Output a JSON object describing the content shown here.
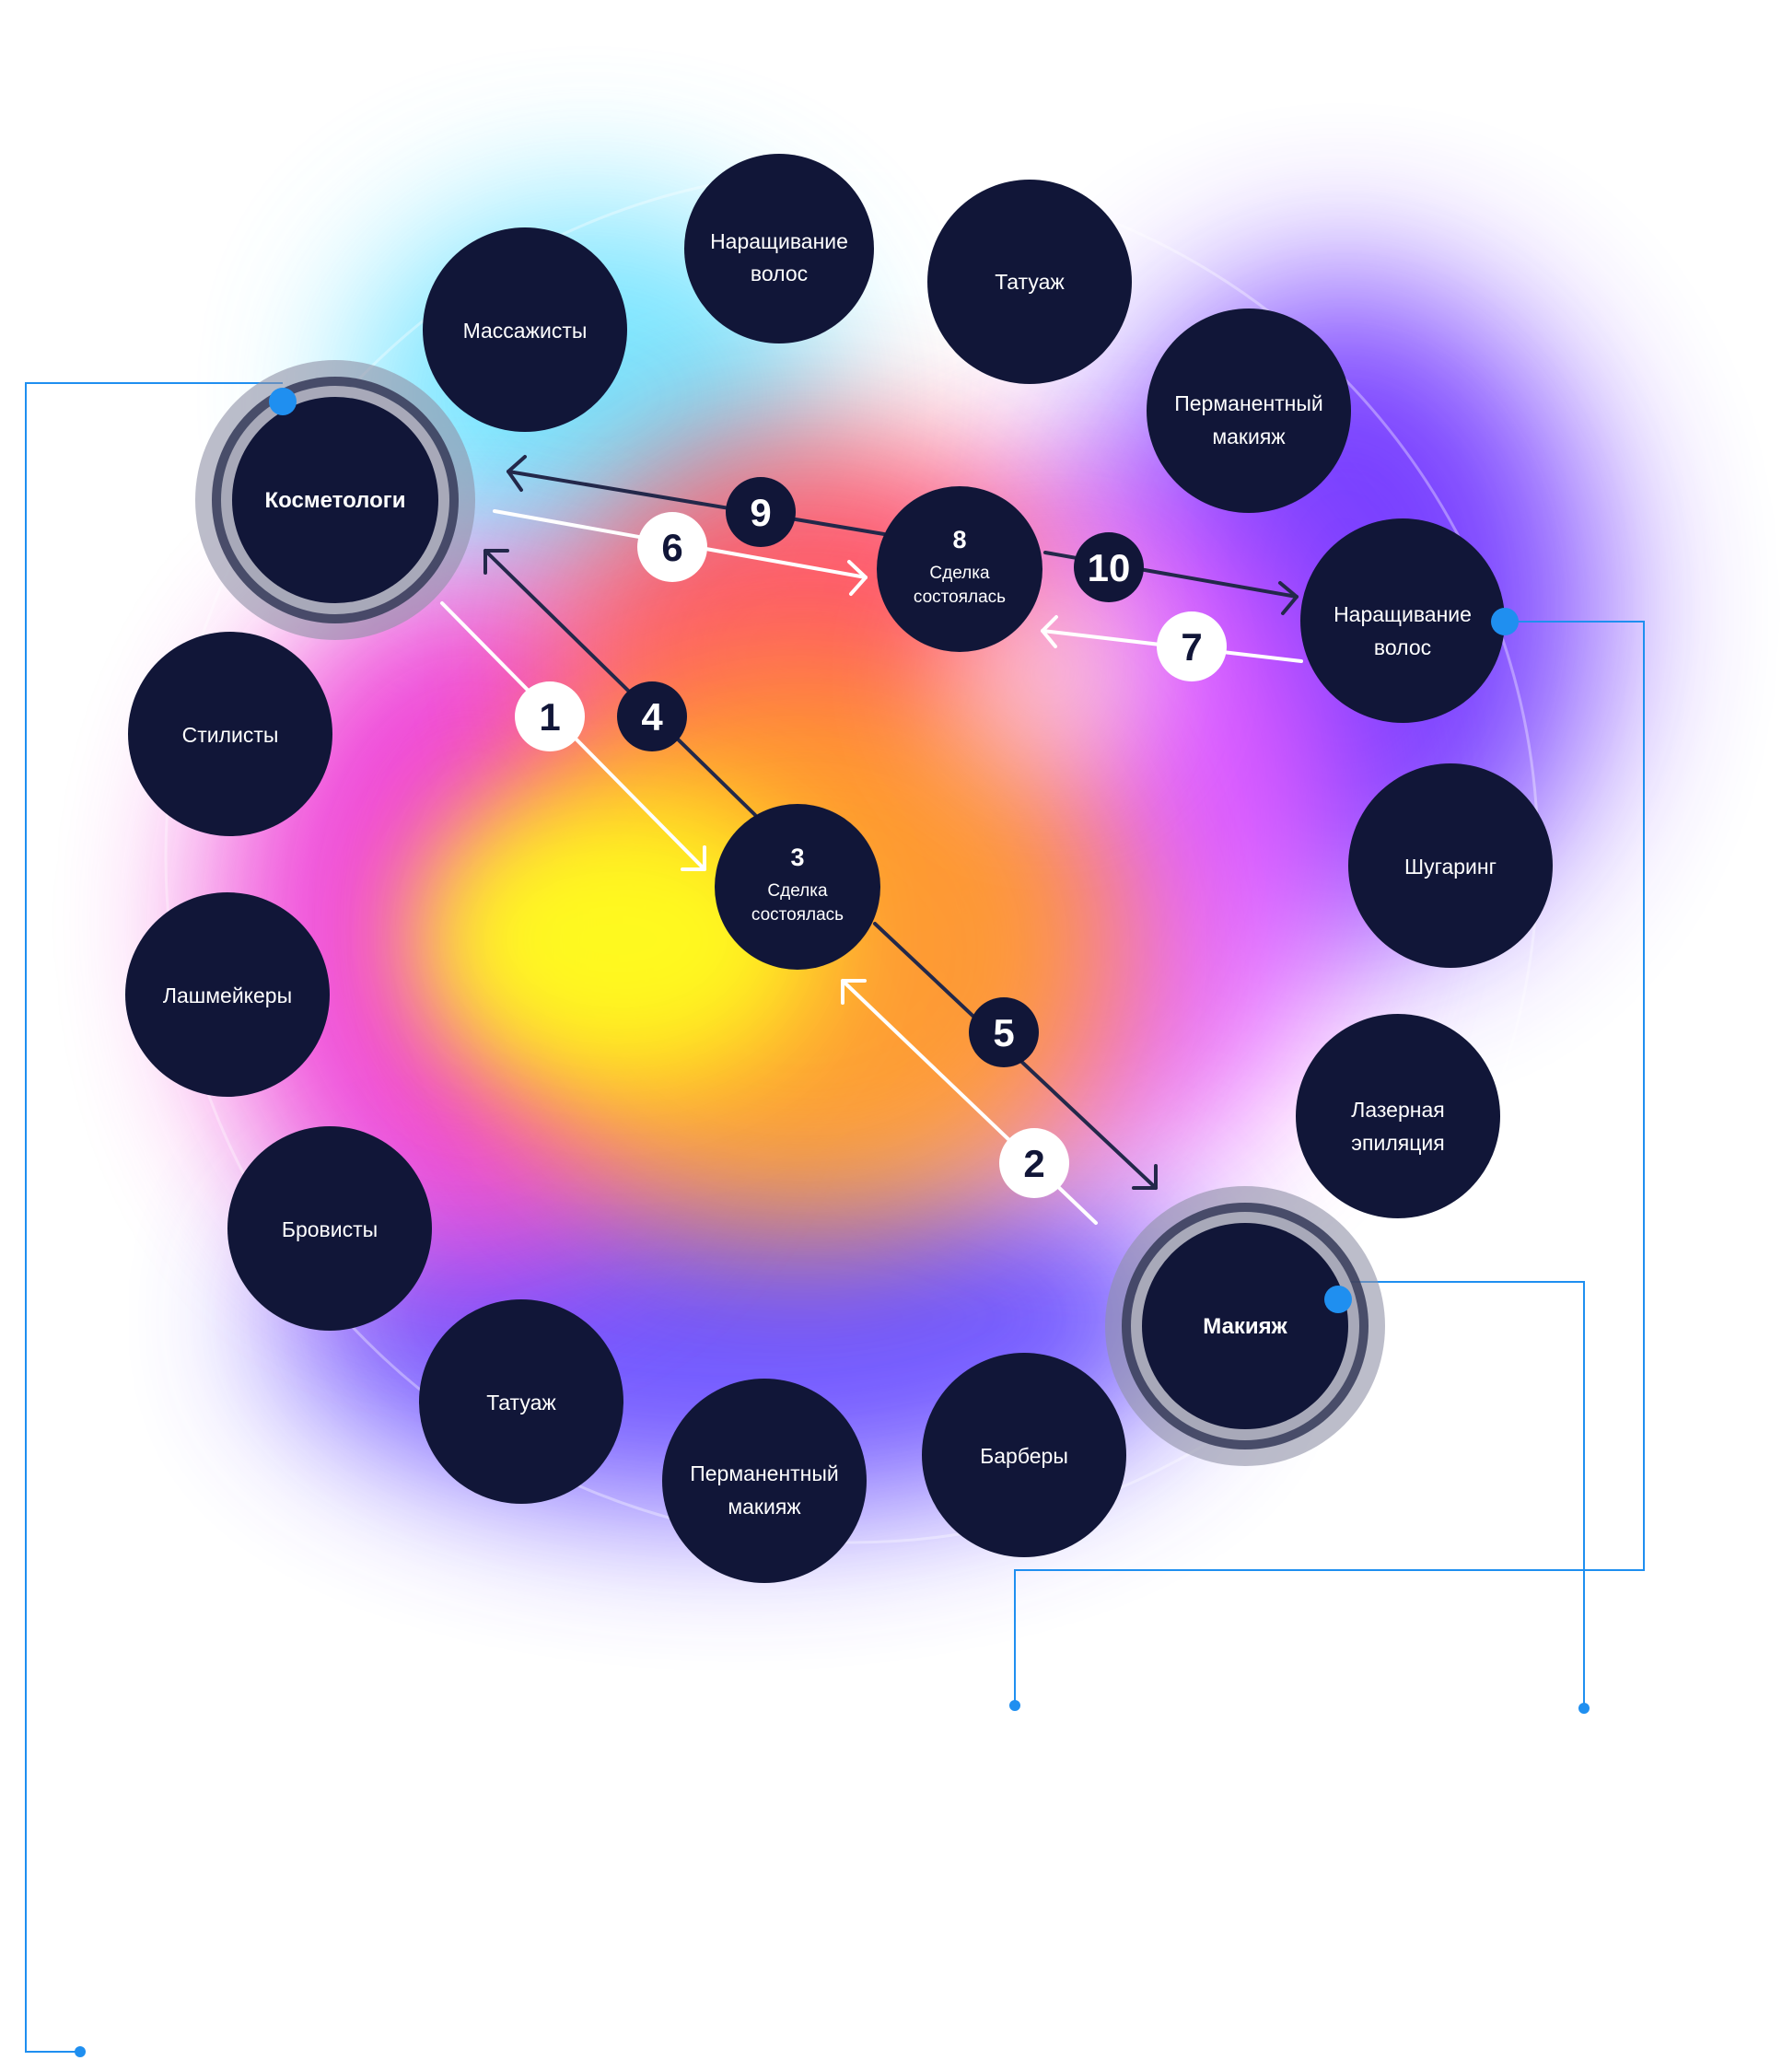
{
  "colors": {
    "node_fill": "#111638",
    "connector_blue": "#1f8ff0",
    "arrow_dark": "#23284a",
    "arrow_light": "#ffffff",
    "ring_gray": "#8f91a6"
  },
  "nodes": {
    "hair_extension_top": {
      "line1": "Наращивание",
      "line2": "волос"
    },
    "tattoo_top": {
      "line1": "Татуаж"
    },
    "massage": {
      "line1": "Массажисты"
    },
    "permanent_makeup_top": {
      "line1": "Перманентный",
      "line2": "макияж"
    },
    "cosmetologists": {
      "line1": "Косметологи"
    },
    "hair_extension_right": {
      "line1": "Наращивание",
      "line2": "волос"
    },
    "stylists": {
      "line1": "Стилисты"
    },
    "sugaring": {
      "line1": "Шугаринг"
    },
    "lashmakers": {
      "line1": "Лашмейкеры"
    },
    "laser_epilation": {
      "line1": "Лазерная",
      "line2": "эпиляция"
    },
    "brow_artists": {
      "line1": "Бровисты"
    },
    "makeup": {
      "line1": "Макияж"
    },
    "tattoo_bottom": {
      "line1": "Татуаж"
    },
    "barbers": {
      "line1": "Барберы"
    },
    "permanent_makeup_bottom": {
      "line1": "Перманентный",
      "line2": "макияж"
    }
  },
  "deals": {
    "deal_center": {
      "number": "3",
      "line1": "Сделка",
      "line2": "состоялась"
    },
    "deal_top": {
      "number": "8",
      "line1": "Сделка",
      "line2": "состоялась"
    }
  },
  "steps": {
    "s1": "1",
    "s2": "2",
    "s4": "4",
    "s5": "5",
    "s6": "6",
    "s7": "7",
    "s9": "9",
    "s10": "10"
  }
}
